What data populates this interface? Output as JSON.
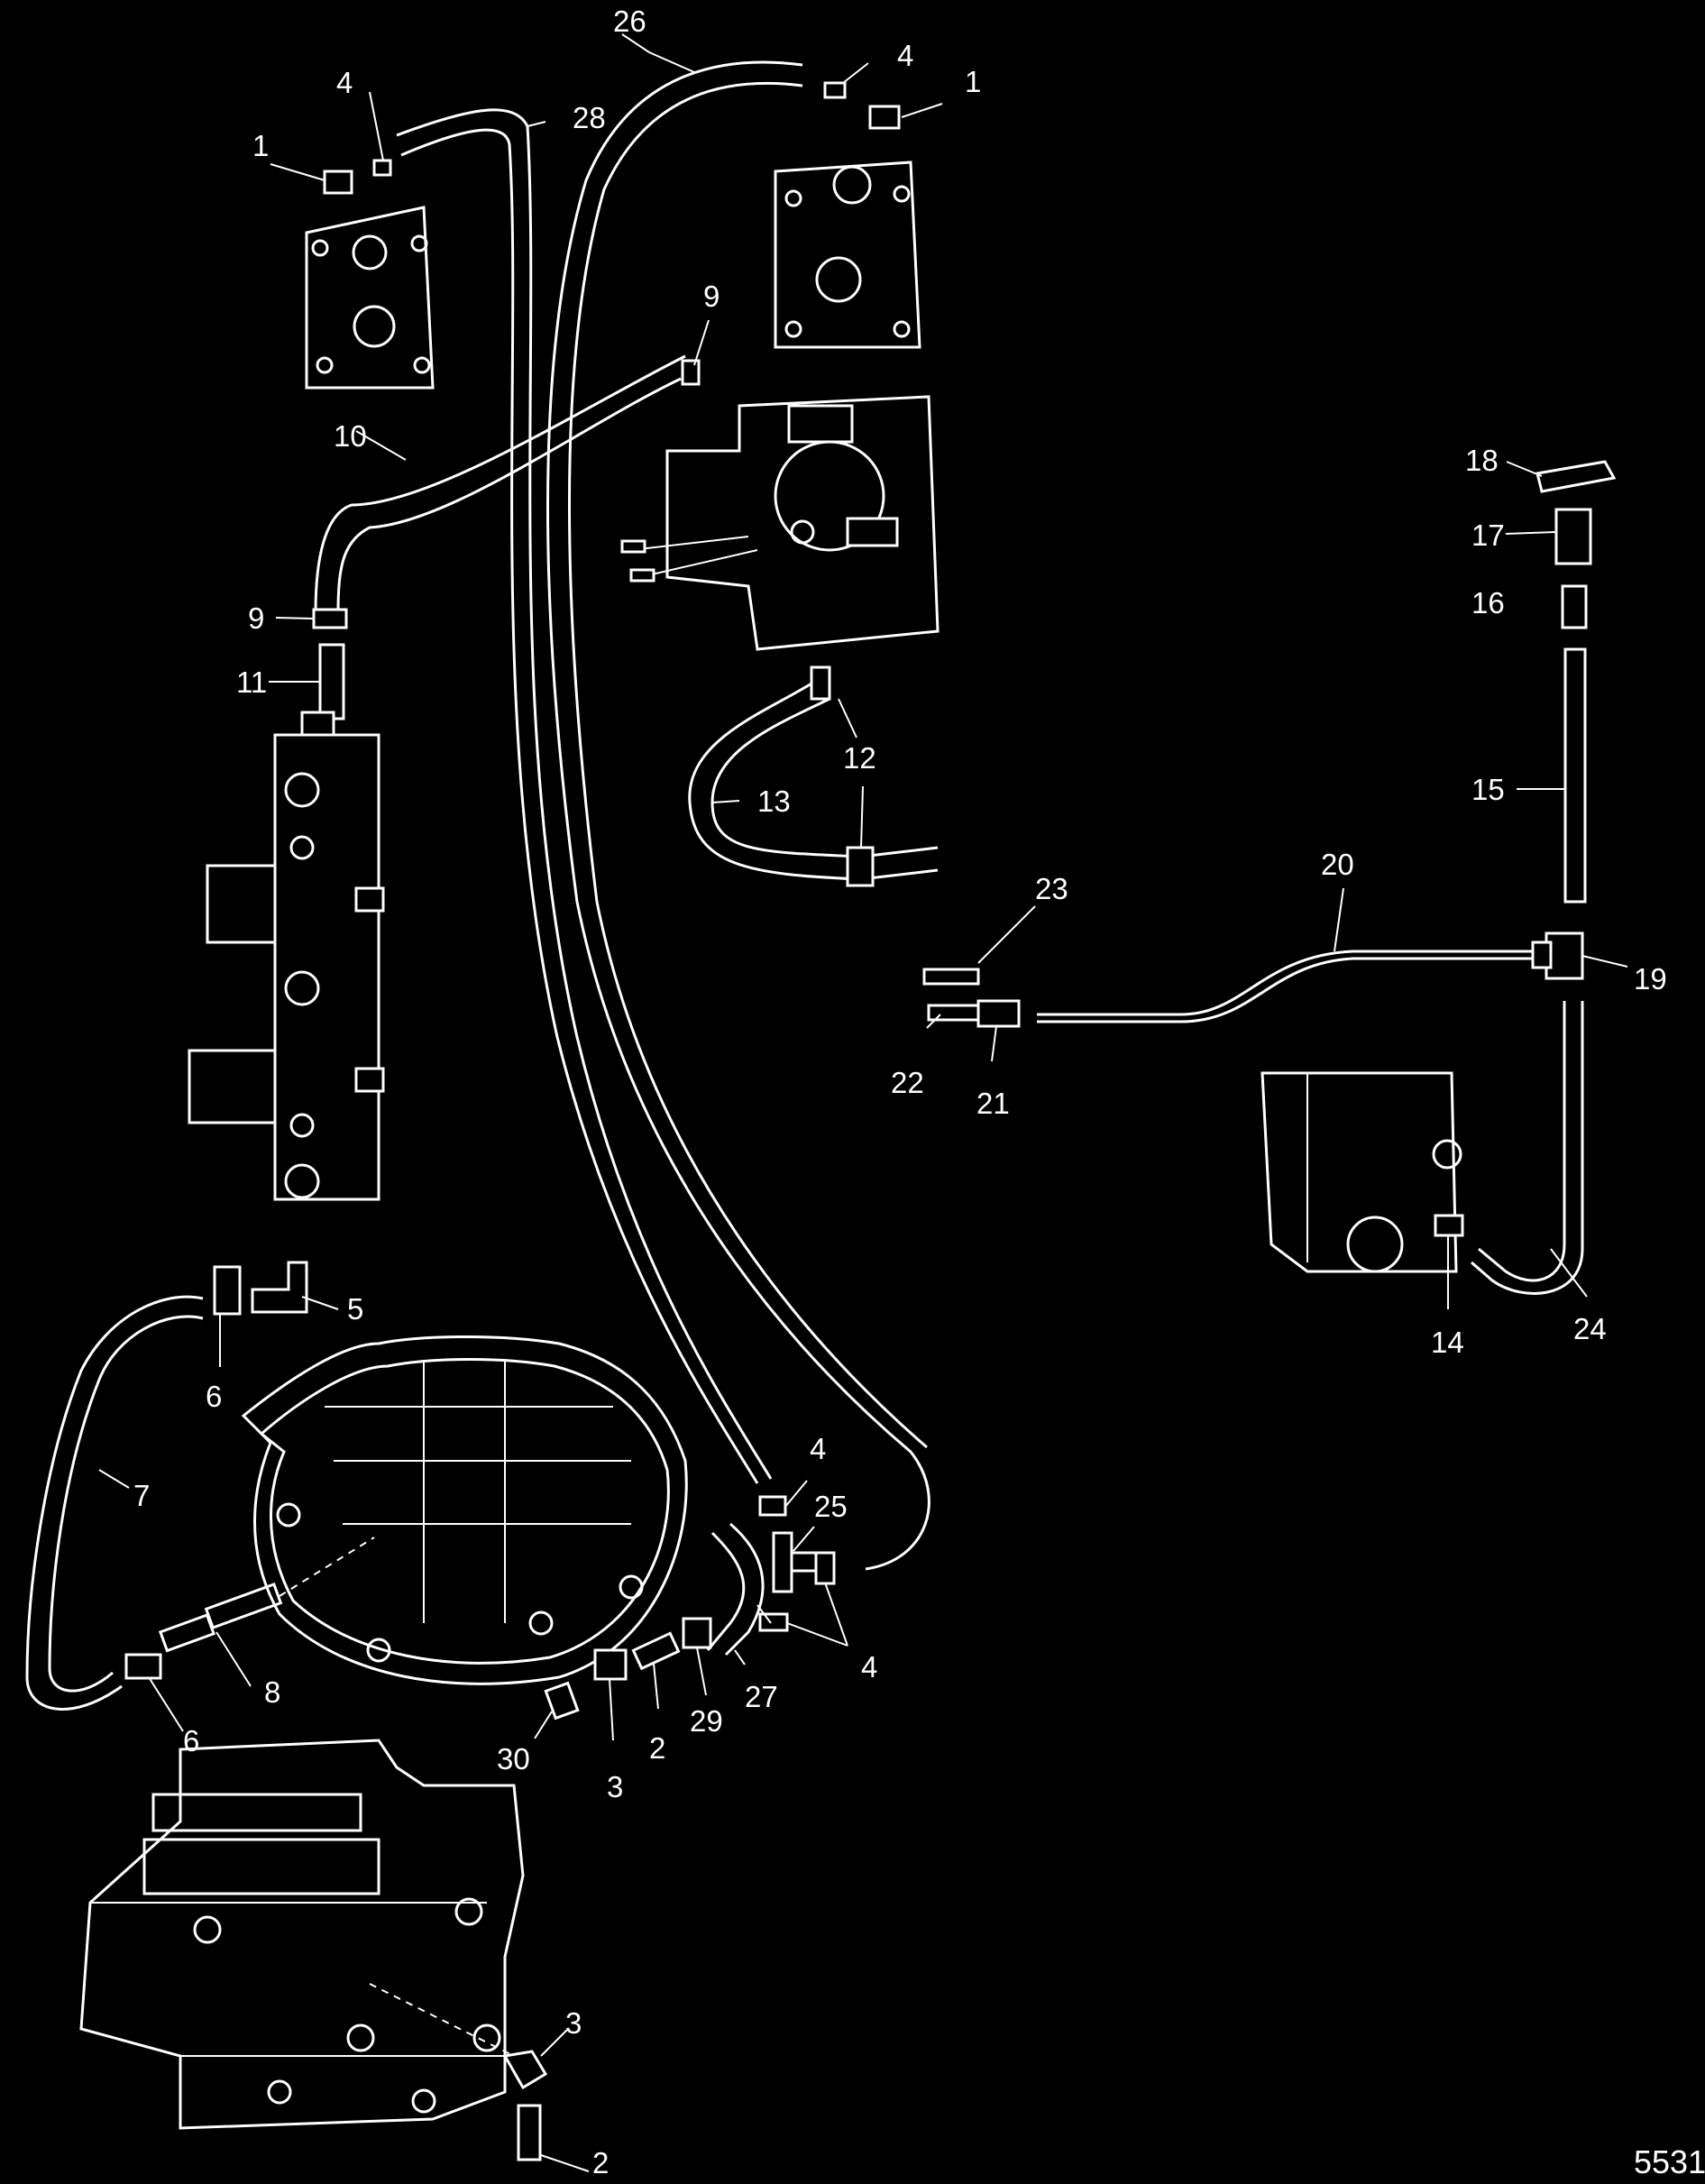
{
  "figure_number": "5531",
  "callouts": [
    {
      "id": "c26",
      "text": "26"
    },
    {
      "id": "c4a",
      "text": "4"
    },
    {
      "id": "c1a",
      "text": "1"
    },
    {
      "id": "c4b",
      "text": "4"
    },
    {
      "id": "c28",
      "text": "28"
    },
    {
      "id": "c1b",
      "text": "1"
    },
    {
      "id": "c9a",
      "text": "9"
    },
    {
      "id": "c10",
      "text": "10"
    },
    {
      "id": "c9b",
      "text": "9"
    },
    {
      "id": "c11",
      "text": "11"
    },
    {
      "id": "c18",
      "text": "18"
    },
    {
      "id": "c17",
      "text": "17"
    },
    {
      "id": "c16",
      "text": "16"
    },
    {
      "id": "c12",
      "text": "12"
    },
    {
      "id": "c13",
      "text": "13"
    },
    {
      "id": "c15",
      "text": "15"
    },
    {
      "id": "c23",
      "text": "23"
    },
    {
      "id": "c20",
      "text": "20"
    },
    {
      "id": "c19",
      "text": "19"
    },
    {
      "id": "c22",
      "text": "22"
    },
    {
      "id": "c21",
      "text": "21"
    },
    {
      "id": "c5",
      "text": "5"
    },
    {
      "id": "c6a",
      "text": "6"
    },
    {
      "id": "c14",
      "text": "14"
    },
    {
      "id": "c24",
      "text": "24"
    },
    {
      "id": "c7",
      "text": "7"
    },
    {
      "id": "c4c",
      "text": "4"
    },
    {
      "id": "c25",
      "text": "25"
    },
    {
      "id": "c8",
      "text": "8"
    },
    {
      "id": "c6b",
      "text": "6"
    },
    {
      "id": "c4d",
      "text": "4"
    },
    {
      "id": "c27",
      "text": "27"
    },
    {
      "id": "c29",
      "text": "29"
    },
    {
      "id": "c30",
      "text": "30"
    },
    {
      "id": "c2a",
      "text": "2"
    },
    {
      "id": "c3a",
      "text": "3"
    },
    {
      "id": "c3b",
      "text": "3"
    },
    {
      "id": "c2b",
      "text": "2"
    }
  ]
}
